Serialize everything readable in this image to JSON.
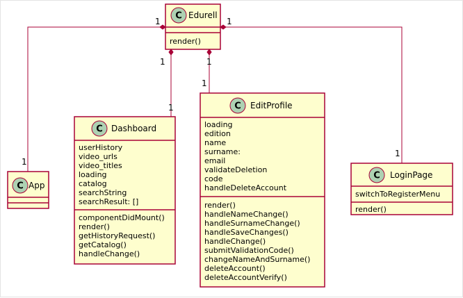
{
  "diagram": {
    "type": "uml-class-diagram",
    "stereotype_letter": "C",
    "colors": {
      "class_fill": "#fefece",
      "border": "#a80036",
      "badge_fill": "#add1b2",
      "text": "#000000"
    },
    "classes": {
      "edurell": {
        "name": "Edurell",
        "attributes": [],
        "methods": [
          "render()"
        ]
      },
      "app": {
        "name": "App",
        "attributes": [],
        "methods": []
      },
      "dashboard": {
        "name": "Dashboard",
        "attributes": [
          "userHistory",
          "video_urls",
          "video_titles",
          "loading",
          "catalog",
          "searchString",
          "searchResult: []"
        ],
        "methods": [
          "componentDidMount()",
          "render()",
          "getHistoryRequest()",
          "getCatalog()",
          "handleChange()"
        ]
      },
      "editprofile": {
        "name": "EditProfile",
        "attributes": [
          "loading",
          "edition",
          "name",
          "surname:",
          "email",
          "validateDeletion",
          "code",
          "handleDeleteAccount"
        ],
        "methods": [
          "render()",
          "handleNameChange()",
          "handleSurnameChange()",
          "handleSaveChanges()",
          "handleChange()",
          "submitValidationCode()",
          "changeNameAndSurname()",
          "deleteAccount()",
          "deleteAccountVerify()"
        ]
      },
      "loginpage": {
        "name": "LoginPage",
        "attributes": [
          "switchToRegisterMenu"
        ],
        "methods": [
          "render()"
        ]
      }
    },
    "relations": [
      {
        "from": "Edurell",
        "to": "App",
        "kind": "composition",
        "from_mult": "1",
        "to_mult": "1"
      },
      {
        "from": "Edurell",
        "to": "Dashboard",
        "kind": "composition",
        "from_mult": "1",
        "to_mult": "1"
      },
      {
        "from": "Edurell",
        "to": "EditProfile",
        "kind": "composition",
        "from_mult": "1",
        "to_mult": "1"
      },
      {
        "from": "Edurell",
        "to": "LoginPage",
        "kind": "composition",
        "from_mult": "1",
        "to_mult": "1"
      }
    ]
  }
}
